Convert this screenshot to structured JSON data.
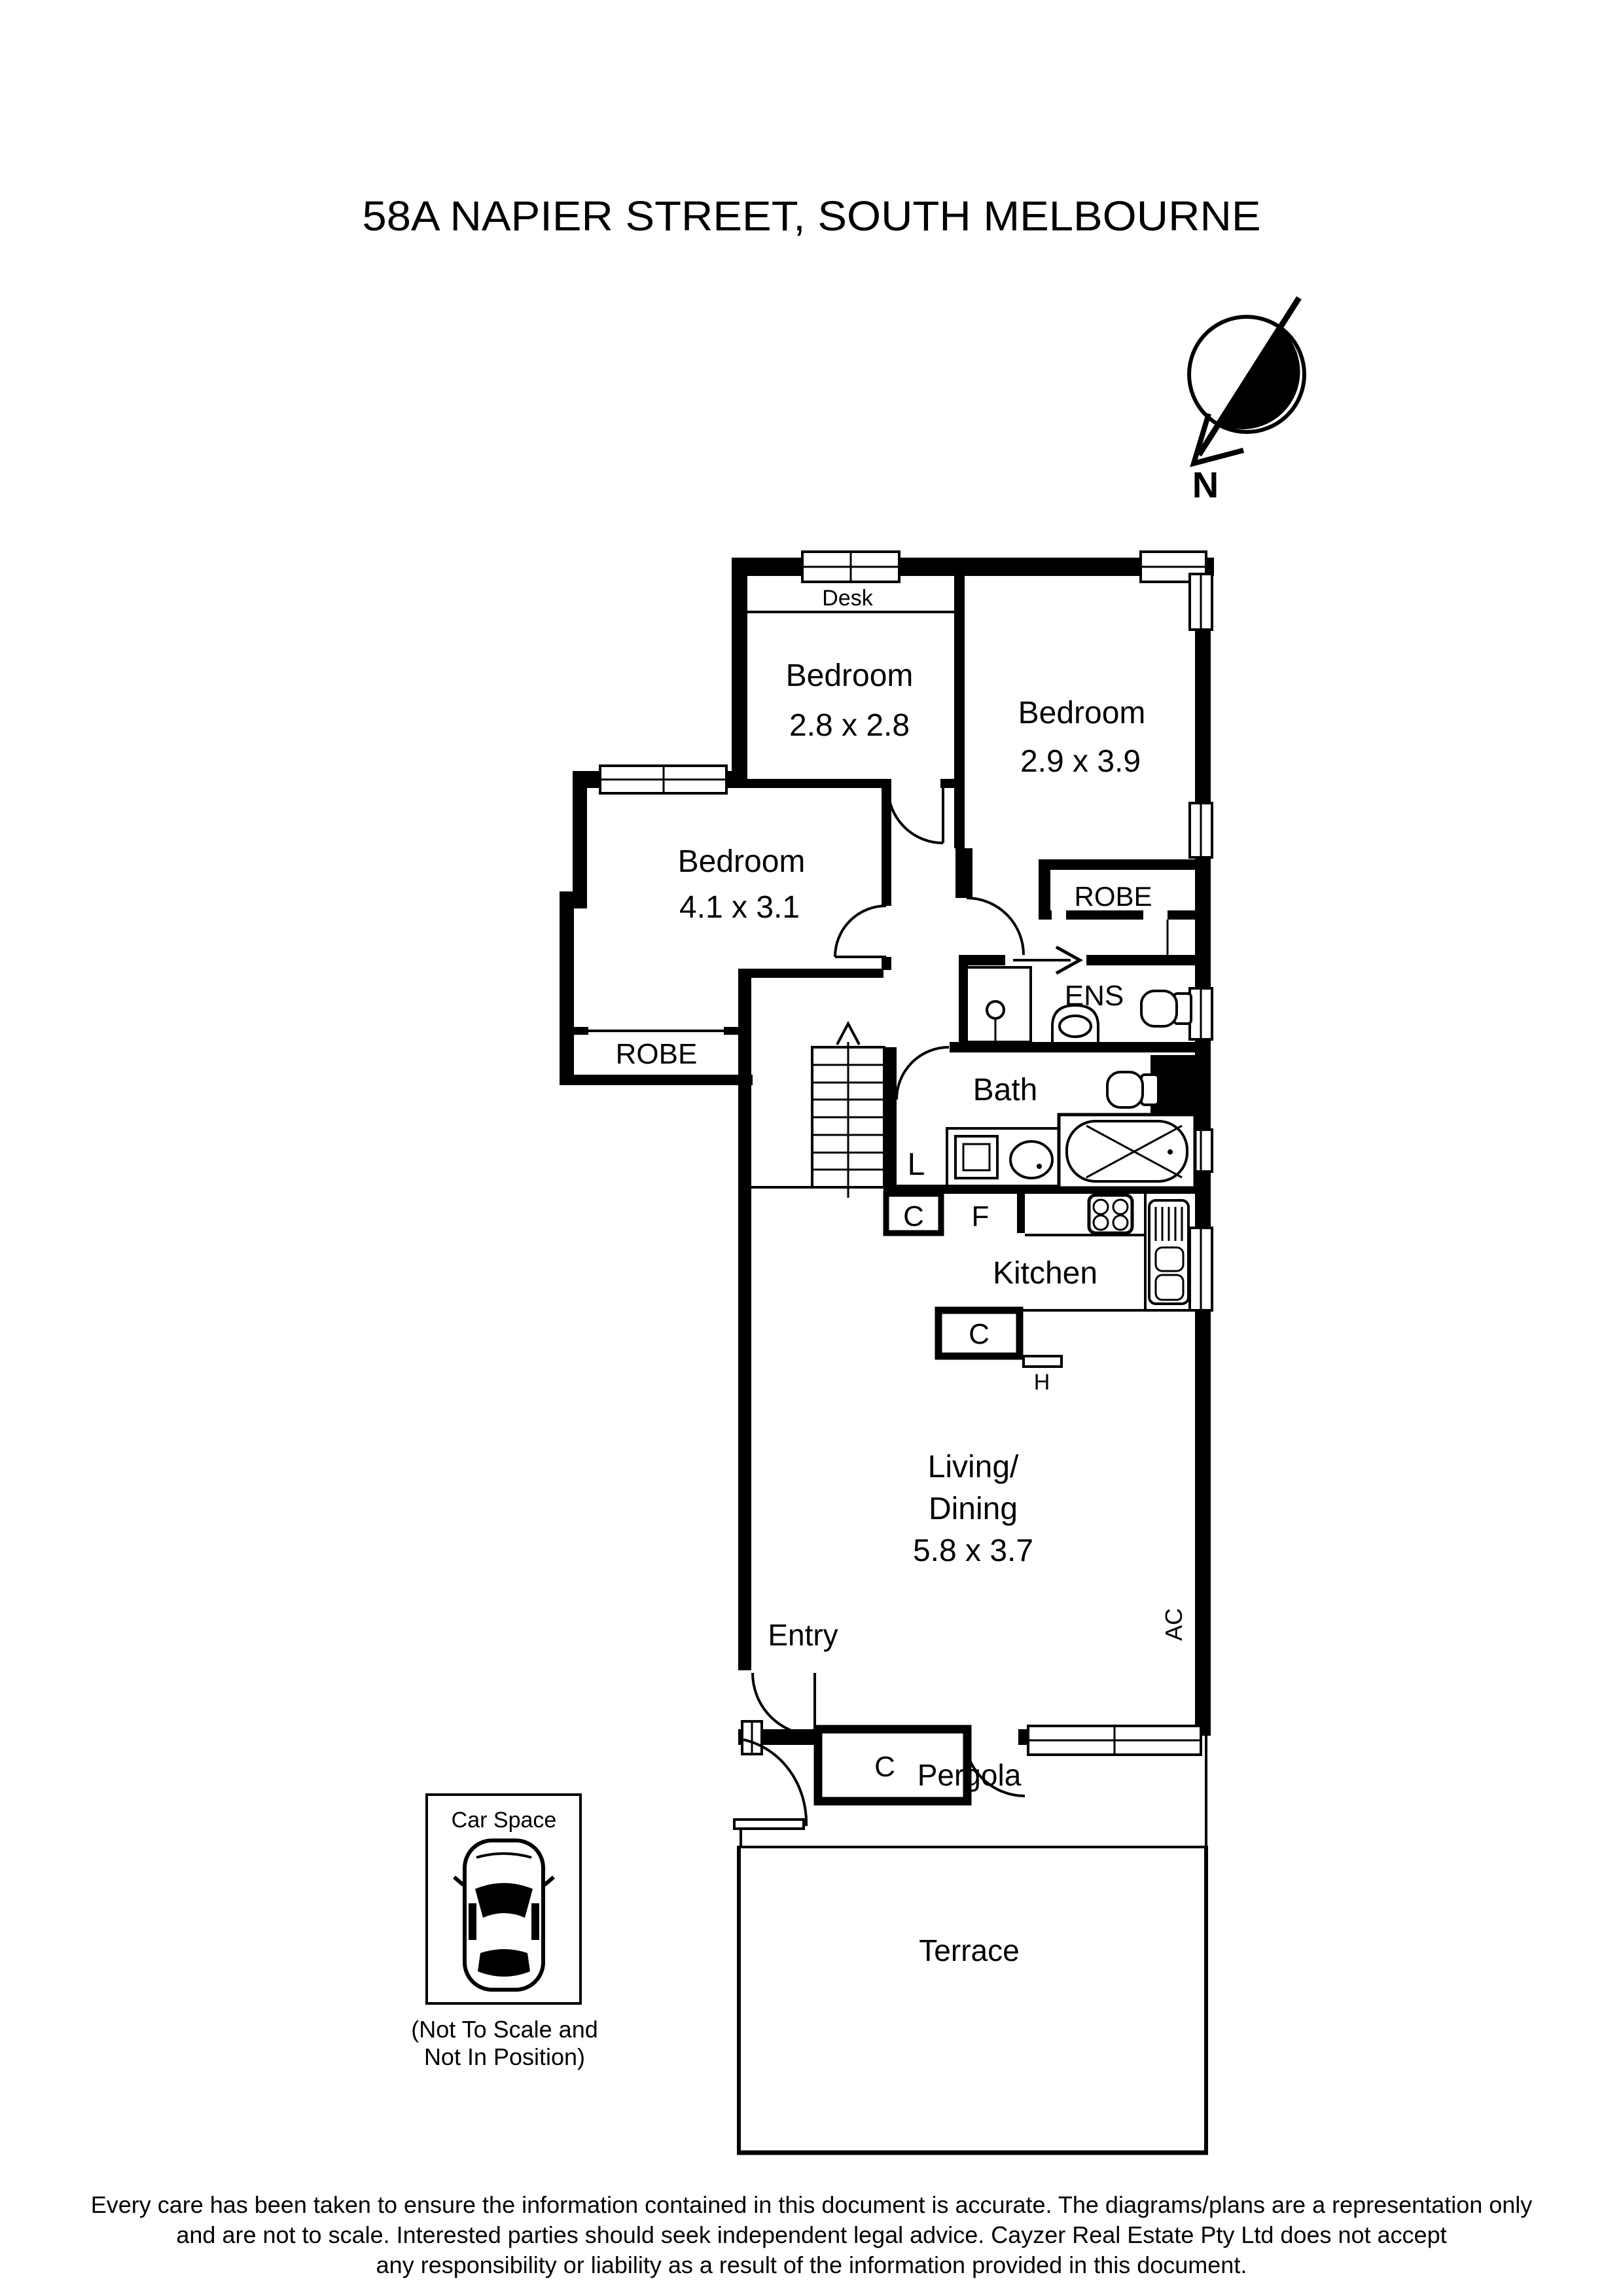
{
  "title": "58A NAPIER STREET, SOUTH MELBOURNE",
  "compass": {
    "north_label": "N"
  },
  "rooms": {
    "desk": {
      "name": "Desk"
    },
    "bedroom1": {
      "name": "Bedroom",
      "dims": "2.8 x 2.8"
    },
    "bedroom2": {
      "name": "Bedroom",
      "dims": "2.9 x 3.9"
    },
    "bedroom3": {
      "name": "Bedroom",
      "dims": "4.1 x 3.1"
    },
    "robe_left": {
      "name": "ROBE"
    },
    "robe_right": {
      "name": "ROBE"
    },
    "ens": {
      "name": "ENS"
    },
    "bath": {
      "name": "Bath"
    },
    "kitchen": {
      "name": "Kitchen"
    },
    "living": {
      "name_line1": "Living/",
      "name_line2": "Dining",
      "dims": "5.8 x 3.7"
    },
    "entry": {
      "name": "Entry"
    },
    "pergola": {
      "name": "Pergola"
    },
    "terrace": {
      "name": "Terrace"
    }
  },
  "fixtures": {
    "laundry": "L",
    "cupboard_hall": "C",
    "fridge": "F",
    "cupboard_island": "C",
    "hot_water": "H",
    "cupboard_living": "C",
    "air_conditioner": "AC"
  },
  "car_space": {
    "title": "Car Space",
    "note_line1": "(Not To Scale and",
    "note_line2": "Not In Position)"
  },
  "footer": {
    "line1": "Every care has been taken to ensure the information contained in this document is accurate. The diagrams/plans are a representation only",
    "line2": "and are not to scale. Interested parties should seek independent legal advice. Cayzer Real Estate Pty Ltd does not accept",
    "line3": "any responsibility or liability as a result of the information provided in this document."
  }
}
